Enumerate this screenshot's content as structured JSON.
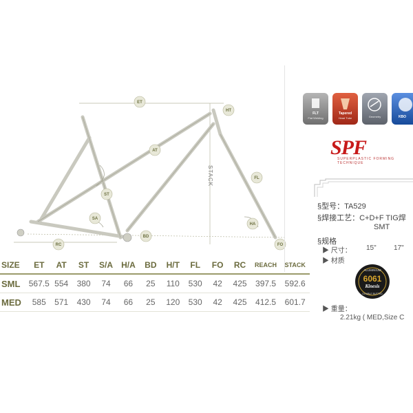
{
  "diagram": {
    "labels": [
      "ET",
      "HT",
      "AT",
      "STACK",
      "FL",
      "ST",
      "SA",
      "HA",
      "BD",
      "RC",
      "FO"
    ]
  },
  "table": {
    "headers": [
      "SIZE",
      "ET",
      "AT",
      "ST",
      "S/A",
      "H/A",
      "BD",
      "H/T",
      "FL",
      "FO",
      "RC",
      "REACH",
      "STACK"
    ],
    "rows": [
      {
        "label": "SML",
        "values": [
          "567.5",
          "554",
          "380",
          "74",
          "66",
          "25",
          "110",
          "530",
          "42",
          "425",
          "397.5",
          "592.6"
        ]
      },
      {
        "label": "MED",
        "values": [
          "585",
          "571",
          "430",
          "74",
          "66",
          "25",
          "120",
          "530",
          "42",
          "425",
          "412.5",
          "601.7"
        ]
      }
    ]
  },
  "icons": [
    {
      "name": "flt-icon",
      "title": "FLT",
      "sub": "Flat Welding",
      "color": "#8c8c8c"
    },
    {
      "name": "tapered-head-tube-icon",
      "title": "Tapered",
      "sub": "Head Tube",
      "color": "#c0392b"
    },
    {
      "name": "geometry-icon",
      "title": "",
      "sub": "Geometry",
      "color": "#7a7f8a"
    },
    {
      "name": "kbo-icon",
      "title": "KBO",
      "sub": "",
      "color": "#1f5fb5"
    }
  ],
  "brand": {
    "name": "SPF",
    "sub": "SUPERPLASTIC FORMING TECHNIQUE"
  },
  "spec": {
    "model": "§型号：TA529",
    "weld": "§焊接工艺：C+D+F TIG焊",
    "weld_cont": "SMT",
    "spec_title": "§规格",
    "size_label": "▶ 尺寸：",
    "size_15": "15\"",
    "size_17": "17\"",
    "material": "▶ 材质",
    "weight_label": "▶ 重量：",
    "weight_value": "2.21kg ( MED,Size C"
  },
  "badge": {
    "top": "ALUMINIUM",
    "number": "6061",
    "name": "Kinesis",
    "bottom": "DOUBLE BUTTED"
  }
}
